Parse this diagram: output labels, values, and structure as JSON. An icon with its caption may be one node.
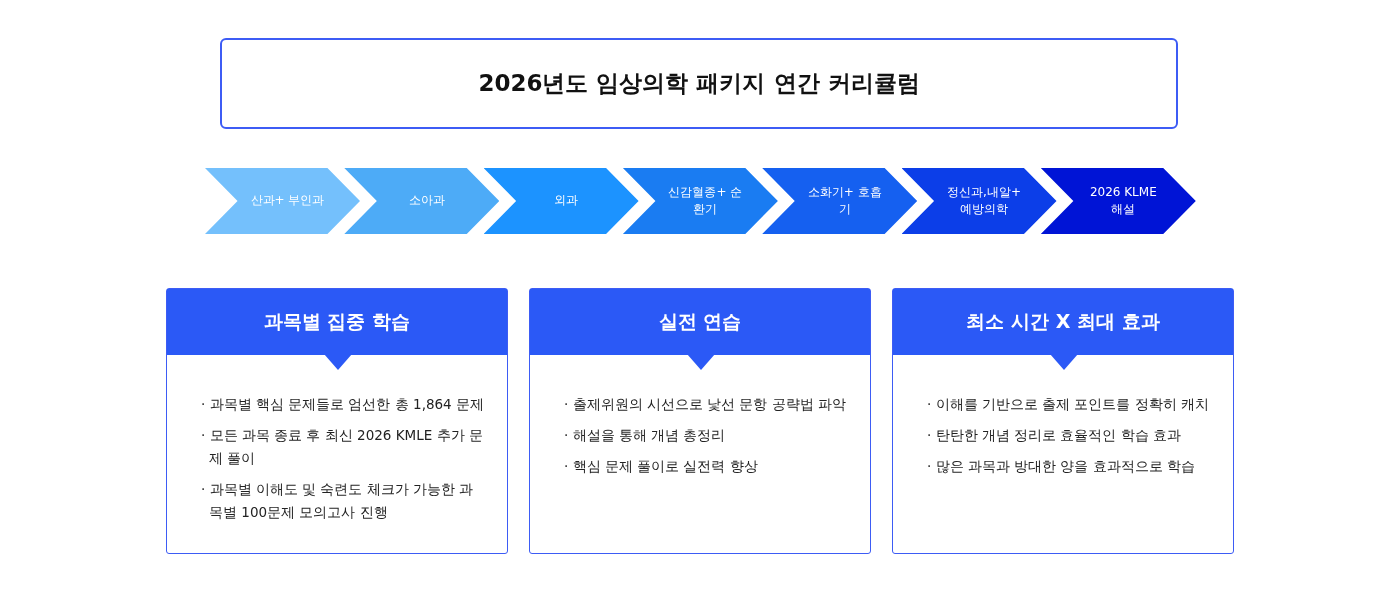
{
  "diagram": {
    "nodes": [
      {
        "text": [
          "2026년도 임상의학 패키지 연간 커리큘럼"
        ]
      },
      {
        "text": [
          "산과+ 부인과"
        ]
      },
      {
        "text": [
          "소아과"
        ]
      },
      {
        "text": [
          "외과"
        ]
      },
      {
        "text": [
          "신감혈종+ 순환기"
        ]
      },
      {
        "text": [
          "소화기+ 호흡기"
        ]
      },
      {
        "text": [
          "정신과,내알+ 예방의학"
        ]
      },
      {
        "text": [
          "2026 KLME 해설"
        ]
      },
      {
        "text": [
          "과목별 집중 학습",
          "· 과목별 핵심 문제들로 엄선한 총 1,864 문제",
          "· 모든 과목 종료 후 최신 2026 KMLE 추가 문제 풀이",
          "· 과목별 이해도 및 숙련도 체크가 가능한 과목별 100문제 모의고사 진행"
        ]
      },
      {
        "text": [
          "실전 연습",
          "· 출제위원의 시선으로 낯선 문항 공략법 파악",
          "· 해설을 통해 개념 총정리",
          "· 핵심 문제 풀이로 실전력 향상"
        ]
      },
      {
        "text": [
          "최소 시간 X 최대 효과",
          "· 이해를 기반으로 출제 포인트를 정확히 캐치",
          "· 탄탄한 개념 정리로 효율적인 학습 효과",
          "· 많은 과목과 방대한 양을 효과적으로 학습"
        ]
      }
    ]
  }
}
